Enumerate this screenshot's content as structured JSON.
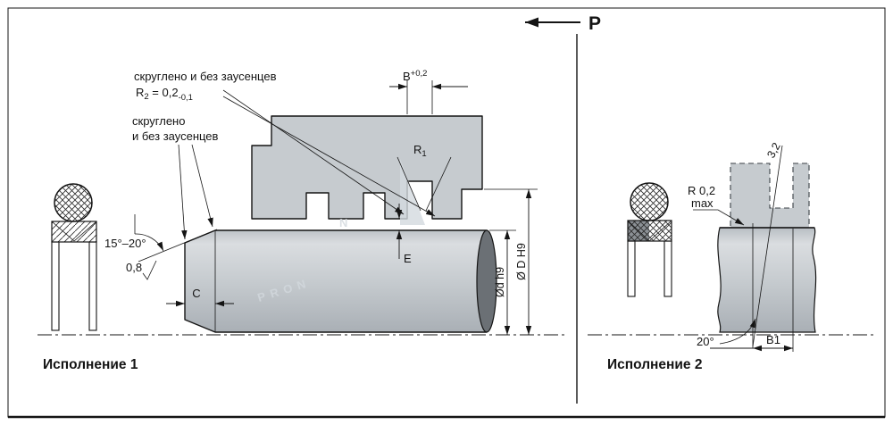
{
  "view_label": "P",
  "version1": {
    "caption": "Исполнение 1",
    "note_top_line1": "скруглено и без заусенцев",
    "note_top_r": "R",
    "note_top_r_sub": "2",
    "note_top_value": " = 0,2",
    "note_top_tolerance": "-0,1",
    "note_left_line1": "скруглено",
    "note_left_line2": "и без заусенцев",
    "dim_groove_width": "B",
    "dim_groove_width_tolerance": "+0,2",
    "dim_radius": "R",
    "dim_radius_sub": "1",
    "dim_chamfer_angle": "15°–20°",
    "roughness": "0,8",
    "dim_chamfer_length": "C",
    "dim_clearance": "E",
    "dim_rod_diameter": "Ød h9",
    "dim_bore_diameter": "Ø D H9"
  },
  "version2": {
    "caption": "Исполнение 2",
    "roughness": "3,2",
    "radius_note_line1": "R 0,2",
    "radius_note_line2": "max",
    "dim_groove_angle": "20°",
    "dim_groove_width": "B1"
  },
  "watermark": {
    "logo_letter": "N",
    "brand": "PRON"
  },
  "colors": {
    "metal": "#c6cbcf",
    "metal_dark": "#6b7075",
    "line": "#141414"
  }
}
